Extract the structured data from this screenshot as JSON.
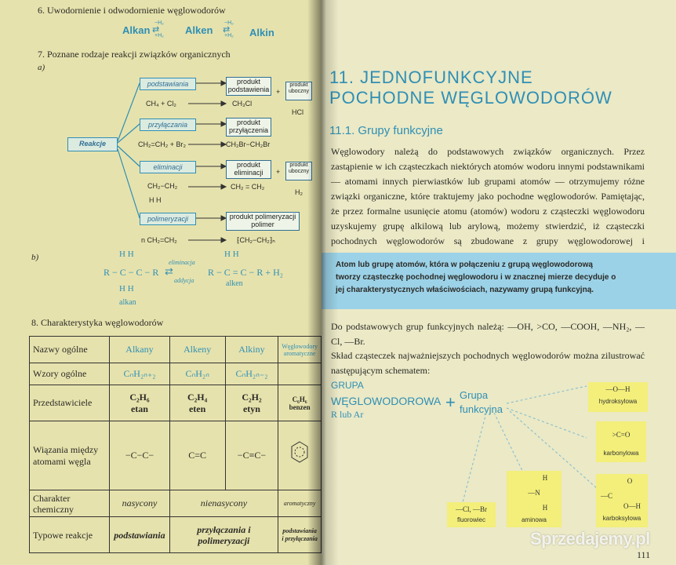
{
  "left": {
    "s6_title": "6. Uwodornienie i odwodornienie węglowodorów",
    "s6_alkan": "Alkan",
    "s6_alken": "Alken",
    "s6_alkin": "Alkin",
    "s6_arrow_top": "−H₂",
    "s6_arrow_bot": "+H₂",
    "s7_title": "7. Poznane rodzaje reakcji związków organicznych",
    "label_a": "a)",
    "label_b": "b)",
    "reakcje": "Reakcje",
    "types": [
      "podstawiania",
      "przyłączania",
      "eliminacji",
      "polimeryzacji"
    ],
    "products": [
      "produkt podstawienia",
      "produkt przyłączenia",
      "produkt eliminacji",
      "produkt polimeryzacji polimer"
    ],
    "byproduct": "produkt uboczny",
    "plus": "+",
    "eq_subst_l": "CH₄ + Cl₂",
    "eq_subst_r": "CH₃Cl",
    "eq_subst_hcl": "HCl",
    "eq_add_l": "CH₂=CH₂ + Br₂",
    "eq_add_r": "CH₂Br−CH₂Br",
    "eq_elim_l": "CH₂−CH₂",
    "eq_elim_hh": "H    H",
    "eq_elim_r": "CH₂ = CH₂",
    "eq_elim_h2": "H₂",
    "eq_poly_l": "n CH₂=CH₂",
    "eq_poly_r": "⁅CH₂−CH₂⁆ₙ",
    "b_left": "R − C − C − R",
    "b_right": "R − C = C − R + H₂",
    "b_hh": "H    H",
    "b_hh2": "H    H",
    "b_h": "H    H",
    "b_elim": "eliminacja",
    "b_add": "addycja",
    "b_alkan": "alkan",
    "b_alken": "alken",
    "s8_title": "8. Charakterystyka węglowodorów",
    "table": {
      "headers": [
        "Nazwy ogólne",
        "Alkany",
        "Alkeny",
        "Alkiny",
        "Węglowodory aromatyczne"
      ],
      "row_wzory": [
        "Wzory ogólne",
        "CₙH₂ₙ₊₂",
        "CₙH₂ₙ",
        "CₙH₂ₙ₋₂",
        ""
      ],
      "row_przedst": [
        "Przedstawiciele",
        "C₂H₆",
        "C₂H₄",
        "C₂H₂",
        "C₆H₆"
      ],
      "row_przedst_names": [
        "",
        "etan",
        "eten",
        "etyn",
        "benzen"
      ],
      "row_wiazania": "Wiązania między atomami węgla",
      "bond_alkany": "−C−C−",
      "bond_alkeny": "C=C",
      "bond_alkiny": "−C≡C−",
      "row_charakter": "Charakter chemiczny",
      "nasycony": "nasycony",
      "nienasycony": "nienasycony",
      "aromatyczny": "aromatyczny",
      "row_typowe": "Typowe reakcje",
      "typ_alkany": "podstawiania",
      "typ_alkeny": "przyłączania i polimeryzacji",
      "typ_arom": "podstawiania i przyłączania"
    }
  },
  "right": {
    "chapter_title_1": "11. JEDNOFUNKCYJNE",
    "chapter_title_2": "POCHODNE WĘGLOWODORÓW",
    "section_title": "11.1. Grupy funkcyjne",
    "p1": "Węglowodory należą do podstawowych związków organicznych. Przez zastąpienie w ich cząsteczkach niektórych atomów wodoru innymi podstawnikami — atomami innych pierwiastków lub grupami atomów — otrzymujemy różne związki organiczne, które traktujemy jako pochodne węglowodorów. Pamiętając, że przez formalne usunięcie atomu (atomów) wodoru z cząsteczki węglowodoru uzyskujemy grupę alkilową lub arylową, możemy stwierdzić, iż cząsteczki pochodnych węglowodorów są zbudowane z grupy węglowodorowej i określonego podstawnika. Obecność tego podstawnika ma wpływ na właściwości danego związku.",
    "def_box": "Atom lub grupę atomów, która w połączeniu z grupą węglowodorową tworzy cząsteczkę pochodnej węglowodoru i w znacznej mierze decyduje o jej charakterystycznych właściwościach, nazywamy grupą funkcyjną.",
    "p2": "Do podstawowych grup funkcyjnych należą: —OH, >CO, —COOH, —NH₂, —Cl, —Br.",
    "p3": "Skład cząsteczek najważniejszych pochodnych węglowodorów można zilustrować następującym schematem:",
    "grupa": "GRUPA",
    "weglowodorowa": "WĘGLOWODOROWA",
    "r_lub_ar": "R lub Ar",
    "plus": "+",
    "grupa_f1": "Grupa",
    "grupa_f2": "funkcyjna",
    "fg_oh": "—O—H",
    "fg_oh_name": "hydroksylowa",
    "fg_co": ">C=O",
    "fg_co_name": "karbonylowa",
    "fg_halo": "—Cl, —Br",
    "fg_halo_name": "fluorowiec",
    "fg_n": "—N",
    "fg_nh": "H",
    "fg_amin_name": "aminowa",
    "fg_cooh_o": "O",
    "fg_cooh_c": "—C",
    "fg_cooh_oh": "O—H",
    "fg_cooh_name": "karboksylowa",
    "page_no": "111"
  },
  "watermark": "Sprzedajemy.pl"
}
